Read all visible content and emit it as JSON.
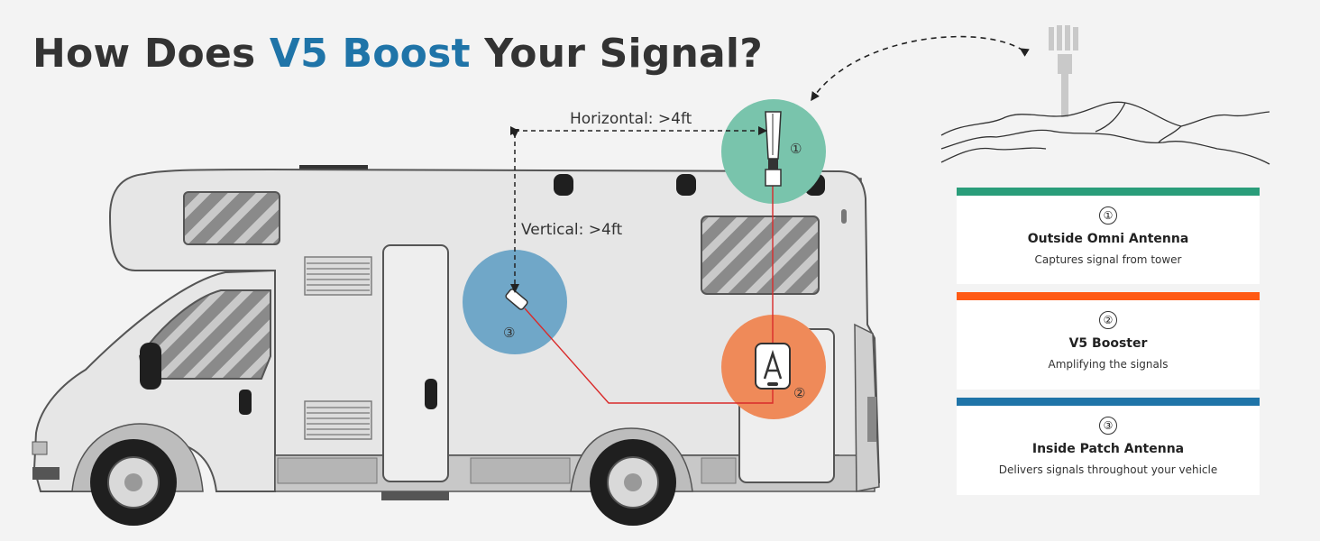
{
  "title": {
    "prefix": "How Does ",
    "accent": "V5 Boost",
    "suffix": " Your Signal?"
  },
  "diagram": {
    "horizontal_label": "Horizontal: >4ft",
    "vertical_label": "Vertical: >4ft",
    "markers": [
      "①",
      "②",
      "③"
    ]
  },
  "legend": [
    {
      "num": "①",
      "name": "Outside Omni Antenna",
      "desc": "Captures signal from tower",
      "color": "#2a9d7a"
    },
    {
      "num": "②",
      "name": "V5 Booster",
      "desc": "Amplifying the signals",
      "color": "#ff5a14"
    },
    {
      "num": "③",
      "name": "Inside Patch Antenna",
      "desc": "Delivers signals throughout your vehicle",
      "color": "#1f74a8"
    }
  ],
  "colors": {
    "accent_blue": "#1f74a8",
    "outside_circle": "#79c4ac",
    "booster_circle": "#ef8a59",
    "inside_circle": "#70a7c8",
    "cable": "#d92b2b"
  },
  "icons": [
    "cell-tower-icon",
    "mountains-icon",
    "omni-antenna-icon",
    "booster-device-icon",
    "patch-antenna-icon"
  ]
}
